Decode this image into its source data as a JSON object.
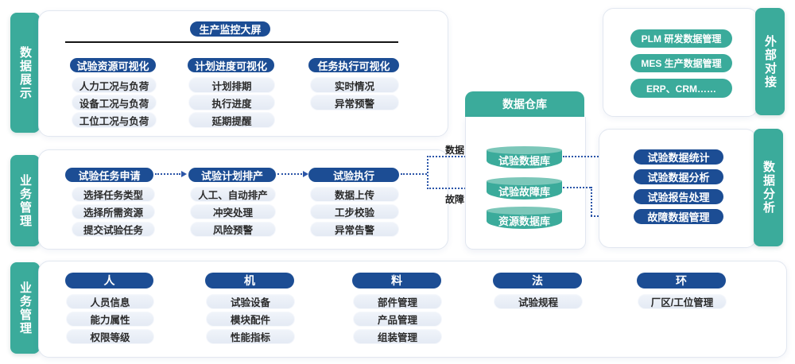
{
  "colors": {
    "teal": "#3BAB9B",
    "teal_light": "#7CC7B9",
    "dark_blue": "#1C4D94",
    "light_pill": "#E9EEF6",
    "connector_blue": "#2B55A8",
    "divider": "#141414"
  },
  "sections": {
    "display": {
      "tab": "数据展示",
      "title": "生产监控大屏",
      "columns": [
        {
          "header": "试验资源可视化",
          "items": [
            "人力工况与负荷",
            "设备工况与负荷",
            "工位工况与负荷"
          ]
        },
        {
          "header": "计划进度可视化",
          "items": [
            "计划排期",
            "执行进度",
            "延期提醒"
          ]
        },
        {
          "header": "任务执行可视化",
          "items": [
            "实时情况",
            "异常预警"
          ]
        }
      ]
    },
    "external": {
      "tab": "外部对接",
      "items": [
        "PLM 研发数据管理",
        "MES 生产数据管理",
        "ERP、CRM……"
      ]
    },
    "business": {
      "tab": "业务管理",
      "columns": [
        {
          "header": "试验任务申请",
          "items": [
            "选择任务类型",
            "选择所需资源",
            "提交试验任务"
          ]
        },
        {
          "header": "试验计划排产",
          "items": [
            "人工、自动排产",
            "冲突处理",
            "风险预警"
          ]
        },
        {
          "header": "试验执行",
          "items": [
            "数据上传",
            "工步校验",
            "异常告警"
          ]
        }
      ]
    },
    "warehouse": {
      "title": "数据仓库",
      "databases": [
        "试验数据库",
        "试验故障库",
        "资源数据库"
      ],
      "edge_labels": {
        "data": "数据",
        "fault": "故障"
      }
    },
    "analysis": {
      "tab": "数据分析",
      "items": [
        "试验数据统计",
        "试验数据分析",
        "试验报告处理",
        "故障数据管理"
      ]
    },
    "foundation": {
      "tab": "业务管理",
      "columns": [
        {
          "header": "人",
          "items": [
            "人员信息",
            "能力属性",
            "权限等级"
          ]
        },
        {
          "header": "机",
          "items": [
            "试验设备",
            "模块配件",
            "性能指标"
          ]
        },
        {
          "header": "料",
          "items": [
            "部件管理",
            "产品管理",
            "组装管理"
          ]
        },
        {
          "header": "法",
          "items": [
            "试验规程"
          ]
        },
        {
          "header": "环",
          "items": [
            "厂区/工位管理"
          ]
        }
      ]
    }
  }
}
